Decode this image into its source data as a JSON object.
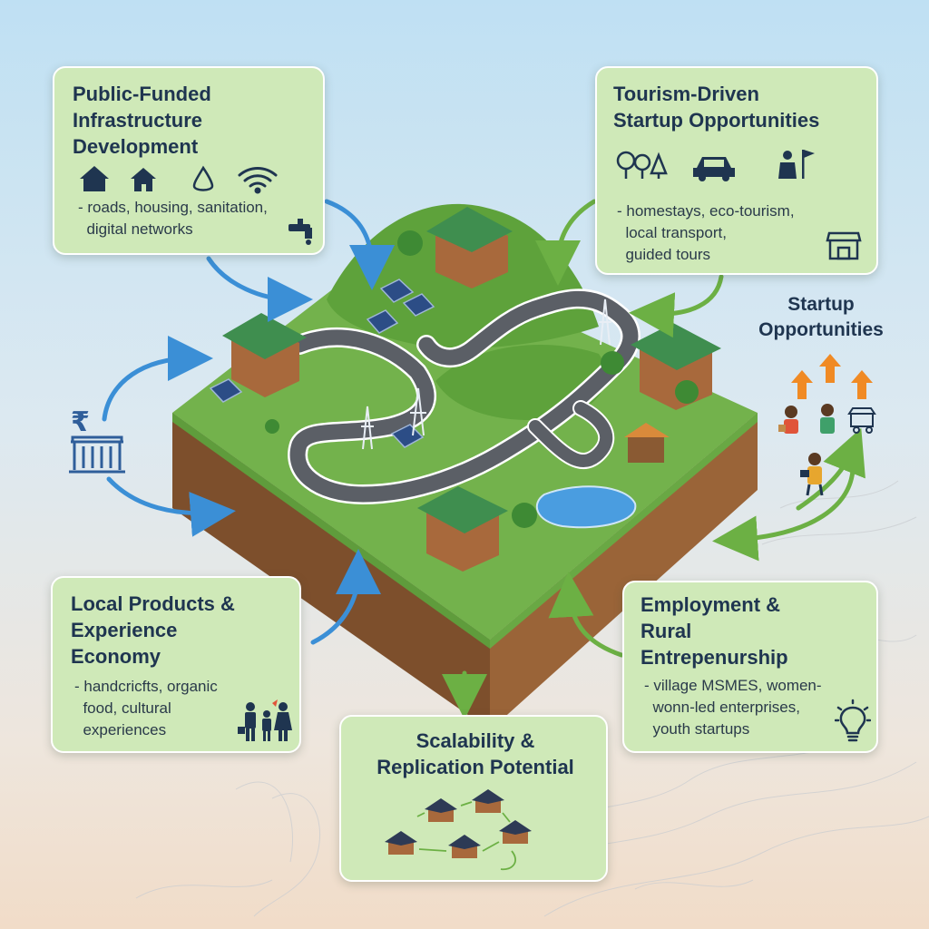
{
  "infrastructure": {
    "title": "Public-Funded\nInfrastructure\nDevelopment",
    "description": "- roads, housing, sanitation,\n  digital networks"
  },
  "tourism": {
    "title": "Tourism-Driven\nStartup Opportunities",
    "description": "- homestays, eco-tourism,\n  local transport,\n  guided tours"
  },
  "startup": {
    "title": "Startup\nOpportunities"
  },
  "local_products": {
    "title": "Local Products &\nExperience\nEconomy",
    "description": "- handcricfts, organic\n  food, cultural\n  experiences"
  },
  "employment": {
    "title": "Employment &\nRural\nEntrepenurship",
    "description": "- village MSMES, women-\n  wonn-led enterprises,\n  youth startups"
  },
  "scalability": {
    "title": "Scalability &\nReplication Potential"
  },
  "rupee_symbol": "₹",
  "colors": {
    "box_fill": "#cfe9b8",
    "title_navy": "#1f3550",
    "arrow_blue": "#3b8fd6",
    "arrow_green": "#6cb044",
    "arrow_orange": "#f08a24",
    "grass": "#6fb04a",
    "soil": "#8b5a33",
    "road": "#5b5f66"
  }
}
